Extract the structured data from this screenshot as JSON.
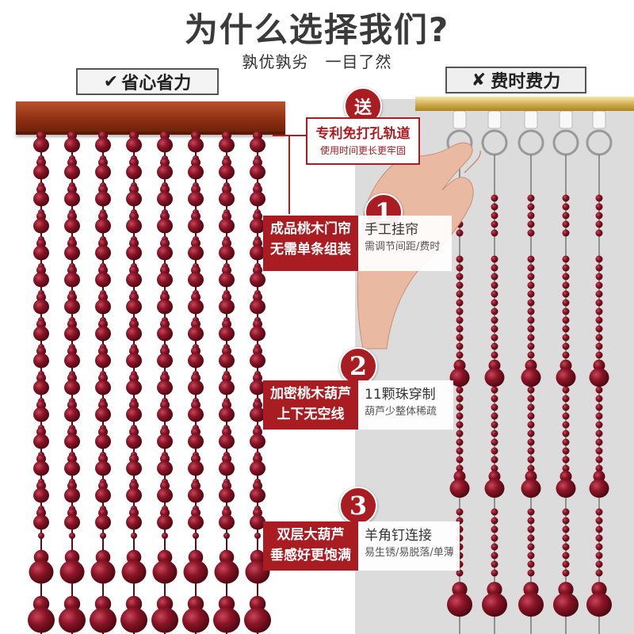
{
  "header": {
    "title": "为什么选择我们?",
    "subtitle": "孰优孰劣　一目了然"
  },
  "badges": {
    "left": {
      "icon": "check-icon",
      "icon_glyph": "✔",
      "label": "省心省力"
    },
    "right": {
      "icon": "x-icon",
      "icon_glyph": "✘",
      "label": "费时费力"
    }
  },
  "send": {
    "badge": "送",
    "line1": "专利免打孔轨道",
    "line2": "使用时间更长更牢固"
  },
  "comparisons": [
    {
      "number": "1",
      "left_line1": "成品桃木门帘",
      "left_line2": "无需单条组装",
      "right_main": "手工挂帘",
      "right_sub": "需调节间距/费时"
    },
    {
      "number": "2",
      "left_line1": "加密桃木葫芦",
      "left_line2": "上下无空线",
      "right_main": "11颗珠穿制",
      "right_sub": "葫芦少整体稀疏"
    },
    {
      "number": "3",
      "left_line1": "双层大葫芦",
      "left_line2": "垂感好更饱满",
      "right_main": "羊角钉连接",
      "right_sub": "易生锈/易脱落/单薄"
    }
  ],
  "colors": {
    "accent_red": "#a91c22",
    "bead_wood": "#7a1220",
    "rod_wood": "#9a3a18",
    "gold_track": "#c9a748"
  }
}
